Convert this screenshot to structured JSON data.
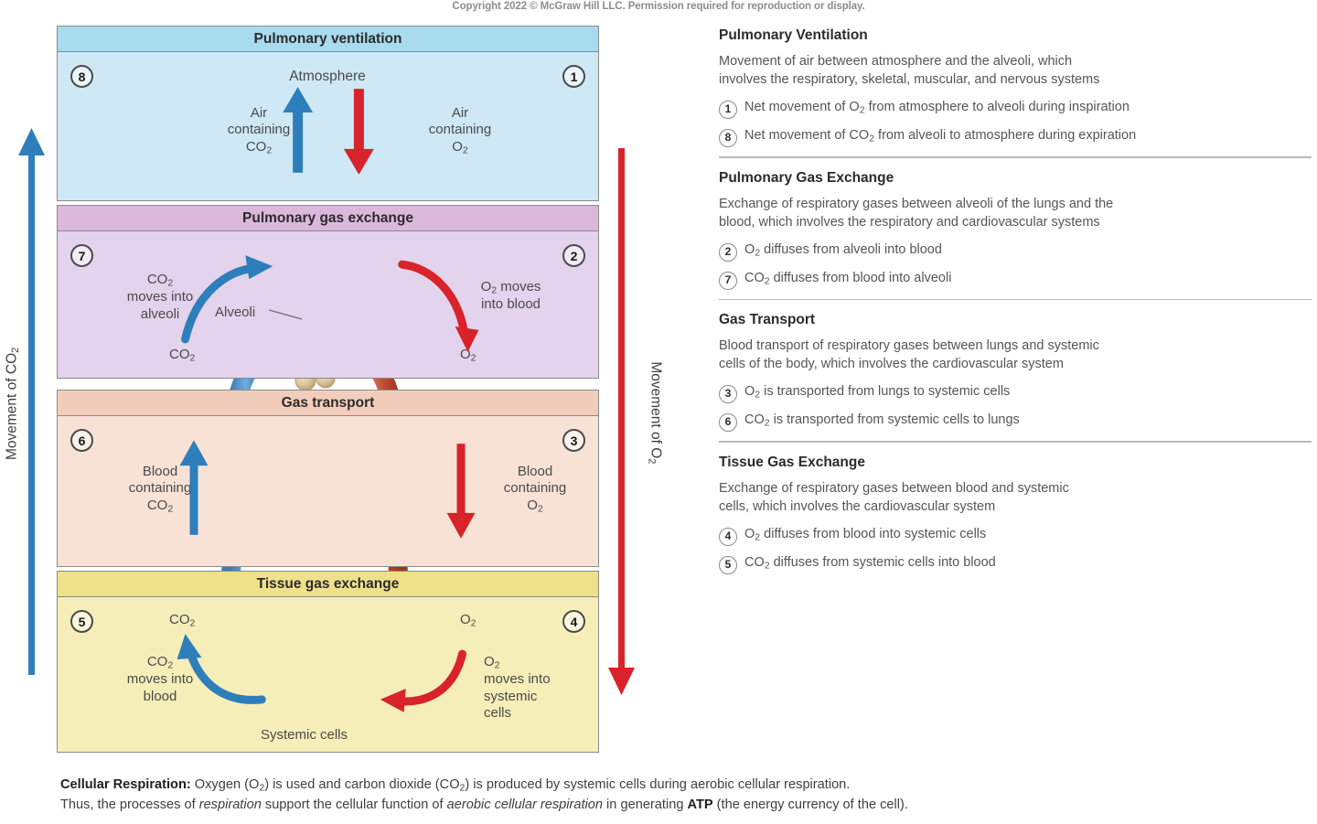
{
  "copyright": "Copyright 2022 © McGraw Hill LLC. Permission required for reproduction or display.",
  "colors": {
    "blue_arrow": "#2E7EBB",
    "red_arrow": "#D8232A",
    "vein_blue": "#3D7FBF",
    "artery_red": "#C4452F",
    "alveoli_tan": "#D9C49A",
    "cell_pink": "#DFA8D2",
    "panel_ventilation_header": "#A9DBEF",
    "panel_ventilation_body": "#CFE8F6",
    "panel_pge_header": "#DDB8DD",
    "panel_pge_body": "#E3D3EC",
    "panel_gt_header": "#F3CDBB",
    "panel_gt_body": "#F8E2D6",
    "panel_tge_header": "#EFE08A",
    "panel_tge_body": "#F6EEB9"
  },
  "side_arrows": {
    "left": {
      "label": "Movement of CO",
      "sub": "2",
      "direction": "up",
      "color": "#2E7EBB"
    },
    "right": {
      "label": "Movement of O",
      "sub": "2",
      "direction": "down",
      "color": "#D8232A"
    }
  },
  "figure": {
    "panels": [
      {
        "id": "pulmonary-ventilation",
        "title": "Pulmonary ventilation",
        "step_left": "8",
        "step_right": "1",
        "center_label": "Atmosphere",
        "label_left_line1": "Air",
        "label_left_line2": "containing",
        "label_left_line3": "CO",
        "label_left_sub": "2",
        "label_right_line1": "Air",
        "label_right_line2": "containing",
        "label_right_line3": "O",
        "label_right_sub": "2"
      },
      {
        "id": "pulmonary-gas-exchange",
        "title": "Pulmonary gas exchange",
        "step_left": "7",
        "step_right": "2",
        "label_left_line1": "CO",
        "label_left_sub1": "2",
        "label_left_line2": "moves into",
        "label_left_line3": "alveoli",
        "label_right_line1": "O",
        "label_right_sub1": "2",
        "label_right_line1b": " moves",
        "label_right_line2": "into blood",
        "structure_label": "Alveoli",
        "gas_left": "CO",
        "gas_left_sub": "2",
        "gas_right": "O",
        "gas_right_sub": "2"
      },
      {
        "id": "gas-transport",
        "title": "Gas transport",
        "step_left": "6",
        "step_right": "3",
        "label_left_line1": "Blood",
        "label_left_line2": "containing",
        "label_left_line3": "CO",
        "label_left_sub": "2",
        "label_right_line1": "Blood",
        "label_right_line2": "containing",
        "label_right_line3": "O",
        "label_right_sub": "2"
      },
      {
        "id": "tissue-gas-exchange",
        "title": "Tissue gas exchange",
        "step_left": "5",
        "step_right": "4",
        "gas_left": "CO",
        "gas_left_sub": "2",
        "gas_right": "O",
        "gas_right_sub": "2",
        "label_left_line1": "CO",
        "label_left_sub1": "2",
        "label_left_line2": "moves into",
        "label_left_line3": "blood",
        "label_right_line1": "O",
        "label_right_sub1": "2",
        "label_right_line2": "moves into",
        "label_right_line3": "systemic",
        "label_right_line4": "cells",
        "structure_label": "Systemic cells"
      }
    ]
  },
  "sections": [
    {
      "title": "Pulmonary Ventilation",
      "desc_1": "Movement of air between atmosphere and the alveoli, which",
      "desc_2": "involves the respiratory, skeletal, muscular, and nervous systems",
      "items": [
        {
          "num": "1",
          "pre": "Net movement of O",
          "sub": "2",
          "post": " from atmosphere to alveoli during inspiration"
        },
        {
          "num": "8",
          "pre": "Net movement of CO",
          "sub": "2",
          "post": " from alveoli to atmosphere during expiration"
        }
      ]
    },
    {
      "title": "Pulmonary Gas Exchange",
      "desc_1": "Exchange of respiratory gases between alveoli of the lungs and the",
      "desc_2": "blood, which involves the respiratory and cardiovascular systems",
      "items": [
        {
          "num": "2",
          "pre": "O",
          "sub": "2",
          "post": " diffuses from alveoli into blood"
        },
        {
          "num": "7",
          "pre": "CO",
          "sub": "2",
          "post": " diffuses from blood into alveoli"
        }
      ]
    },
    {
      "title": "Gas Transport",
      "desc_1": "Blood transport of respiratory gases between lungs and systemic",
      "desc_2": "cells of the body, which involves the cardiovascular system",
      "items": [
        {
          "num": "3",
          "pre": "O",
          "sub": "2",
          "post": " is transported from lungs to systemic cells"
        },
        {
          "num": "6",
          "pre": "CO",
          "sub": "2",
          "post": " is transported from systemic cells to lungs"
        }
      ]
    },
    {
      "title": "Tissue Gas Exchange",
      "desc_1": "Exchange of respiratory gases between blood and systemic",
      "desc_2": "cells, which involves the cardiovascular system",
      "items": [
        {
          "num": "4",
          "pre": "O",
          "sub": "2",
          "post": " diffuses from blood into systemic cells"
        },
        {
          "num": "5",
          "pre": "CO",
          "sub": "2",
          "post": " diffuses from systemic cells into blood"
        }
      ]
    }
  ],
  "caption": {
    "bold_lead": "Cellular Respiration:",
    "line1_a": " Oxygen (O",
    "line1_sub1": "2",
    "line1_b": ") is used and carbon dioxide (CO",
    "line1_sub2": "2",
    "line1_c": ") is produced by systemic cells during aerobic cellular respiration.",
    "line2_a": "Thus, the processes of ",
    "line2_i1": "respiration",
    "line2_b": " support the cellular function of ",
    "line2_i2": "aerobic cellular respiration",
    "line2_c": " in generating ",
    "line2_bold": "ATP",
    "line2_d": " (the energy currency of the cell)."
  }
}
